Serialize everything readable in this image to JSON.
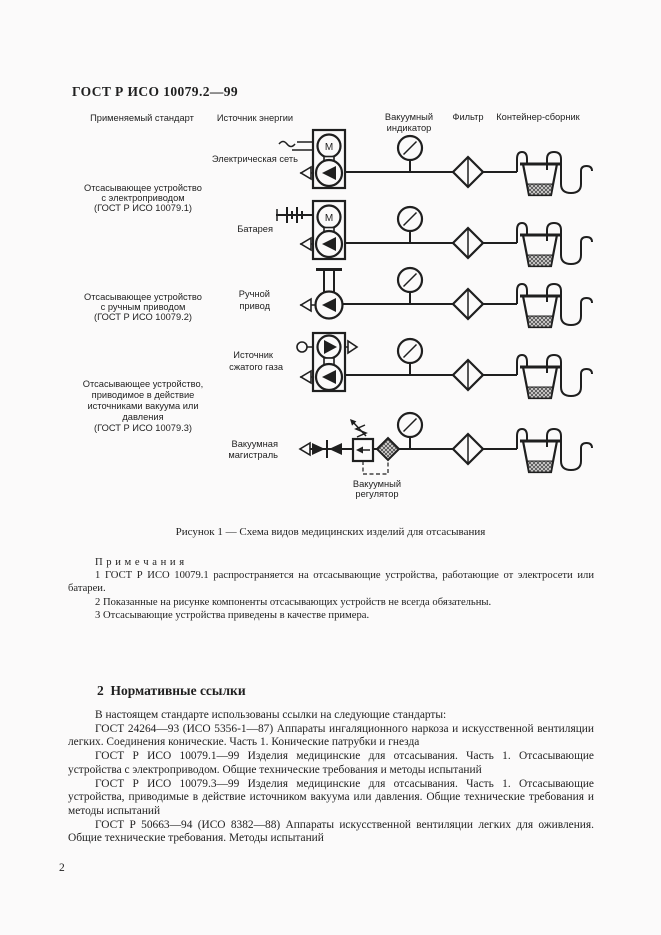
{
  "doc": {
    "header": "ГОСТ Р ИСО 10079.2—99",
    "page_number": "2"
  },
  "figure": {
    "caption": "Рисунок 1 — Схема видов медицинских изделий для отсасывания",
    "columns": {
      "standard": "Применяемый стандарт",
      "energy": "Источник энергии",
      "vacuum_indicator_1": "Вакуумный",
      "vacuum_indicator_2": "индикатор",
      "filter": "Фильтр",
      "container": "Контейнер-сборник"
    },
    "motor_letter": "M",
    "left_labels": {
      "electric_1": "Отсасывающее устройство",
      "electric_2": "с электроприводом",
      "electric_3": "(ГОСТ Р ИСО 10079.1)",
      "manual_1": "Отсасывающее устройство",
      "manual_2": "с ручным приводом",
      "manual_3": "(ГОСТ Р ИСО 10079.2)",
      "vacuum_1": "Отсасывающее устройство,",
      "vacuum_2": "приводимое в действие",
      "vacuum_3": "источниками вакуума или",
      "vacuum_4": "давления",
      "vacuum_5": "(ГОСТ Р ИСО 10079.3)"
    },
    "sources": {
      "mains": "Электрическая сеть",
      "battery": "Батарея",
      "manual_1": "Ручной",
      "manual_2": "привод",
      "gas_1": "Источник",
      "gas_2": "сжатого газа",
      "vacline_1": "Вакуумная",
      "vacline_2": "магистраль",
      "regulator_1": "Вакуумный",
      "regulator_2": "регулятор"
    }
  },
  "notes": {
    "title": "П р и м е ч а н и я",
    "items": [
      "1 ГОСТ Р ИСО 10079.1 распространяется на отсасывающие устройства, работающие от электросети или батареи.",
      "2 Показанные на рисунке компоненты отсасывающих устройств не всегда обязательны.",
      "3 Отсасывающие устройства приведены в качестве примера."
    ]
  },
  "section": {
    "title": "2  Нормативные ссылки",
    "intro": "В настоящем стандарте использованы ссылки на следующие стандарты:",
    "refs": [
      "ГОСТ 24264—93 (ИСО 5356-1—87) Аппараты ингаляционного наркоза и искусственной вентиляции легких. Соединения конические. Часть 1. Конические патрубки и гнезда",
      "ГОСТ Р ИСО 10079.1—99 Изделия медицинские для отсасывания. Часть 1. Отсасывающие устройства с электроприводом. Общие технические требования и методы испытаний",
      "ГОСТ Р ИСО 10079.3—99 Изделия медицинские для отсасывания. Часть 1. Отсасывающие устройства, приводимые в действие источником вакуума или давления. Общие технические требования и методы испытаний",
      "ГОСТ Р 50663—94 (ИСО 8382—88) Аппараты искусственной вентиляции легких для оживления. Общие технические требования. Методы испытаний"
    ]
  }
}
